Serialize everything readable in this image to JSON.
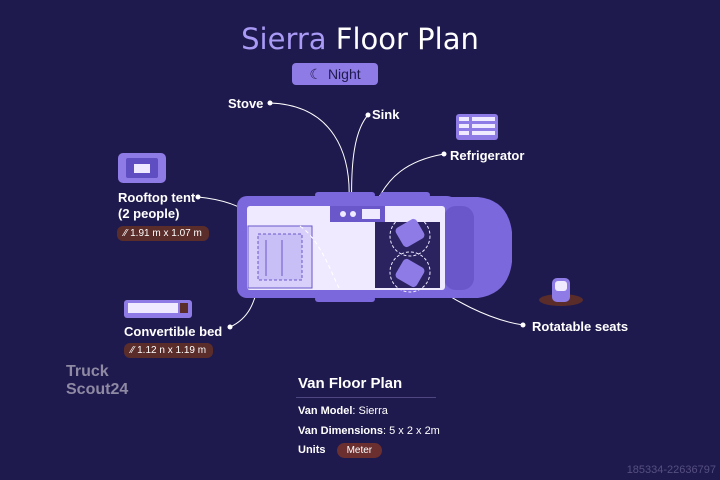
{
  "header": {
    "title_accent": "Sierra",
    "title_rest": " Floor Plan",
    "mode_label": "Night",
    "mode_icon": "moon-icon"
  },
  "features": {
    "stove": "Stove",
    "sink": "Sink",
    "refrigerator": "Refrigerator",
    "rooftop_tent": {
      "line1": "Rooftop tent",
      "line2": "(2 people)",
      "size": "1.91 m x 1.07 m"
    },
    "convertible_bed": {
      "label": "Convertible bed",
      "size": "1.12 n x 1.19 m"
    },
    "rotatable_seats": "Rotatable seats"
  },
  "panel": {
    "title": "Van Floor Plan",
    "model_key": "Van Model",
    "model_value": "Sierra",
    "dims_key": "Van Dimensions",
    "dims_value": "5 x 2 x 2m",
    "units_key": "Units",
    "units_value": "Meter"
  },
  "watermark": {
    "line1": "Truck",
    "line2": "Scout24"
  },
  "image_id": "185334-22636797",
  "colors": {
    "background": "#1f1a4e",
    "accent": "#a99af5",
    "van": "#7c68dd",
    "tag": "#5a2d2a"
  }
}
